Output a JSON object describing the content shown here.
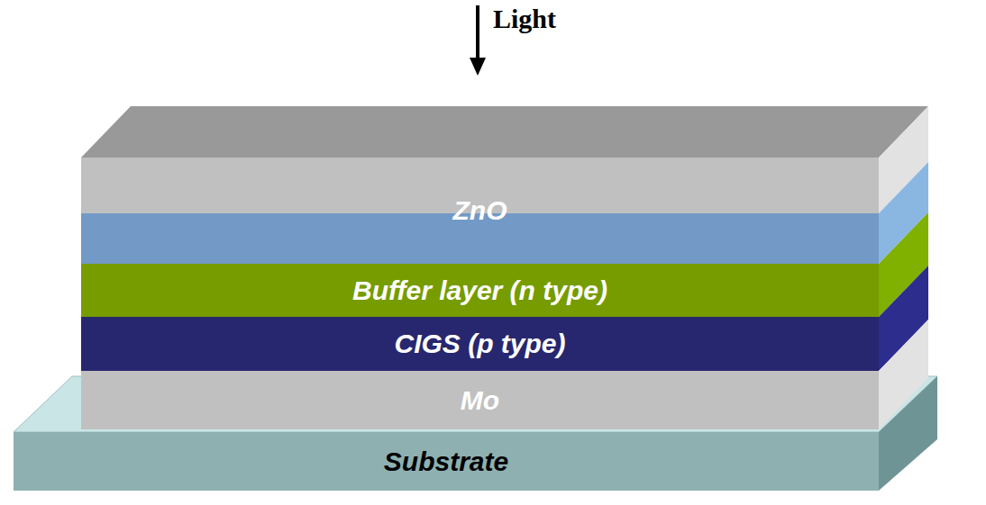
{
  "diagram": {
    "nodes": [
      {
        "text": [
          "ZnO"
        ]
      },
      {
        "text": [
          "Buffer layer (n type)"
        ]
      },
      {
        "text": [
          "CIGS (p type)"
        ]
      },
      {
        "text": [
          "Mo"
        ]
      },
      {
        "text": [
          "Substrate"
        ]
      }
    ],
    "labels": [
      "Light"
    ]
  }
}
